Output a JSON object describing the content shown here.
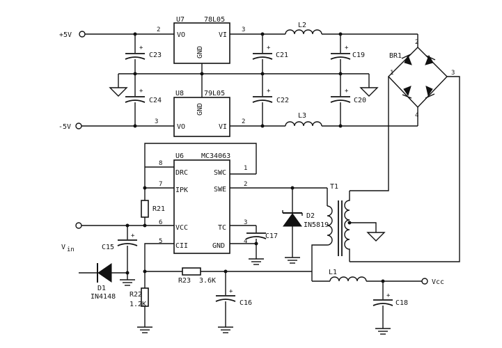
{
  "terminals": {
    "plus5v": "+5V",
    "minus5v": "-5V",
    "vin": "V",
    "vin_sub": "in",
    "vcc": "Vcc"
  },
  "u7": {
    "ref": "U7",
    "part": "78L05",
    "vo": "VO",
    "vi": "VI",
    "gnd": "GND",
    "pin_vo": "2",
    "pin_vi": "3"
  },
  "u8": {
    "ref": "U8",
    "part": "79L05",
    "vo": "VO",
    "vi": "VI",
    "gnd": "GND",
    "pin_vo": "3",
    "pin_vi": "2"
  },
  "u6": {
    "ref": "U6",
    "part": "MC34063",
    "pins": {
      "drc": "DRC",
      "ipk": "IPK",
      "vcc": "VCC",
      "cii": "CII",
      "swc": "SWC",
      "swe": "SWE",
      "tc": "TC",
      "gnd": "GND"
    },
    "nums": {
      "drc": "8",
      "ipk": "7",
      "vcc": "6",
      "cii": "5",
      "swc": "1",
      "swe": "2",
      "tc": "3",
      "gnd": "4"
    }
  },
  "inductors": {
    "l1": "L1",
    "l2": "L2",
    "l3": "L3"
  },
  "capacitors": {
    "c15": "C15",
    "c16": "C16",
    "c17": "C17",
    "c18": "C18",
    "c19": "C19",
    "c20": "C20",
    "c21": "C21",
    "c22": "C22",
    "c23": "C23",
    "c24": "C24",
    "polarity": "+"
  },
  "resistors": {
    "r21": "R21",
    "r22": "R22",
    "r22_val": "1.2K",
    "r23": "R23",
    "r23_val": "3.6K"
  },
  "diodes": {
    "d1": "D1",
    "d1_part": "IN4148",
    "d2": "D2",
    "d2_part": "IN5819"
  },
  "bridge": {
    "ref": "BR1",
    "p1": "1",
    "p2": "2",
    "p3": "3",
    "p4": "4"
  },
  "transformer": {
    "ref": "T1"
  }
}
